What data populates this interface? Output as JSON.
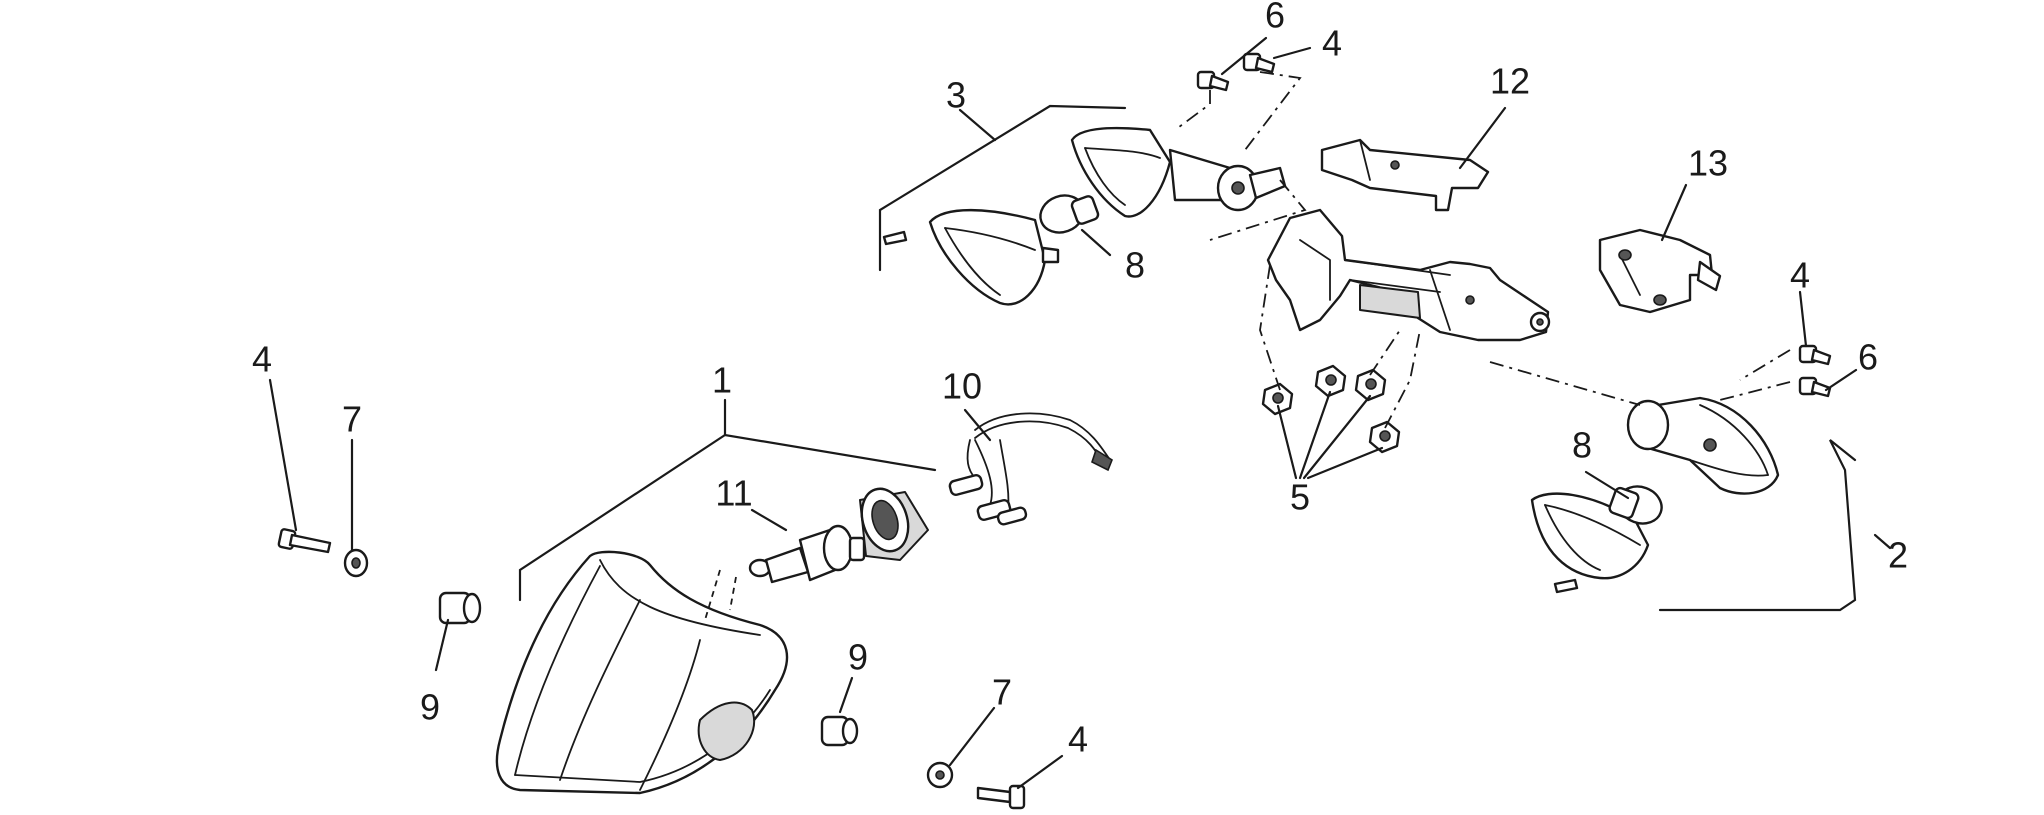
{
  "diagram": {
    "callouts": [
      {
        "id": "c1",
        "label": "1"
      },
      {
        "id": "c2",
        "label": "2"
      },
      {
        "id": "c3",
        "label": "3"
      },
      {
        "id": "c4a",
        "label": "4"
      },
      {
        "id": "c4b",
        "label": "4"
      },
      {
        "id": "c4c",
        "label": "4"
      },
      {
        "id": "c4d",
        "label": "4"
      },
      {
        "id": "c5",
        "label": "5"
      },
      {
        "id": "c6a",
        "label": "6"
      },
      {
        "id": "c6b",
        "label": "6"
      },
      {
        "id": "c7a",
        "label": "7"
      },
      {
        "id": "c7b",
        "label": "7"
      },
      {
        "id": "c8a",
        "label": "8"
      },
      {
        "id": "c8b",
        "label": "8"
      },
      {
        "id": "c9a",
        "label": "9"
      },
      {
        "id": "c9b",
        "label": "9"
      },
      {
        "id": "c10",
        "label": "10"
      },
      {
        "id": "c11",
        "label": "11"
      },
      {
        "id": "c12",
        "label": "12"
      },
      {
        "id": "c13",
        "label": "13"
      }
    ]
  }
}
